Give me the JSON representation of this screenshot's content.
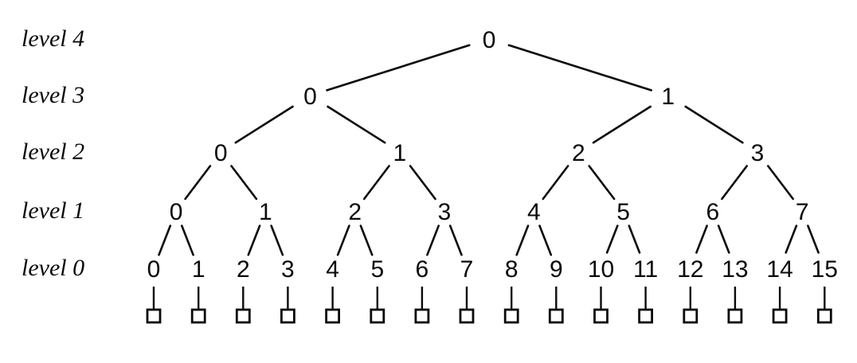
{
  "figure": {
    "background": "#ffffff",
    "ink": "#0a0a0a"
  },
  "levels": [
    {
      "label": "level 4",
      "nodes": [
        "0"
      ]
    },
    {
      "label": "level 3",
      "nodes": [
        "0",
        "1"
      ]
    },
    {
      "label": "level 2",
      "nodes": [
        "0",
        "1",
        "2",
        "3"
      ]
    },
    {
      "label": "level 1",
      "nodes": [
        "0",
        "1",
        "2",
        "3",
        "4",
        "5",
        "6",
        "7"
      ]
    },
    {
      "label": "level 0",
      "nodes": [
        "0",
        "1",
        "2",
        "3",
        "4",
        "5",
        "6",
        "7",
        "8",
        "9",
        "10",
        "11",
        "12",
        "13",
        "14",
        "15"
      ]
    }
  ],
  "leaf_markers": {
    "shape": "open-square",
    "count": 16
  }
}
